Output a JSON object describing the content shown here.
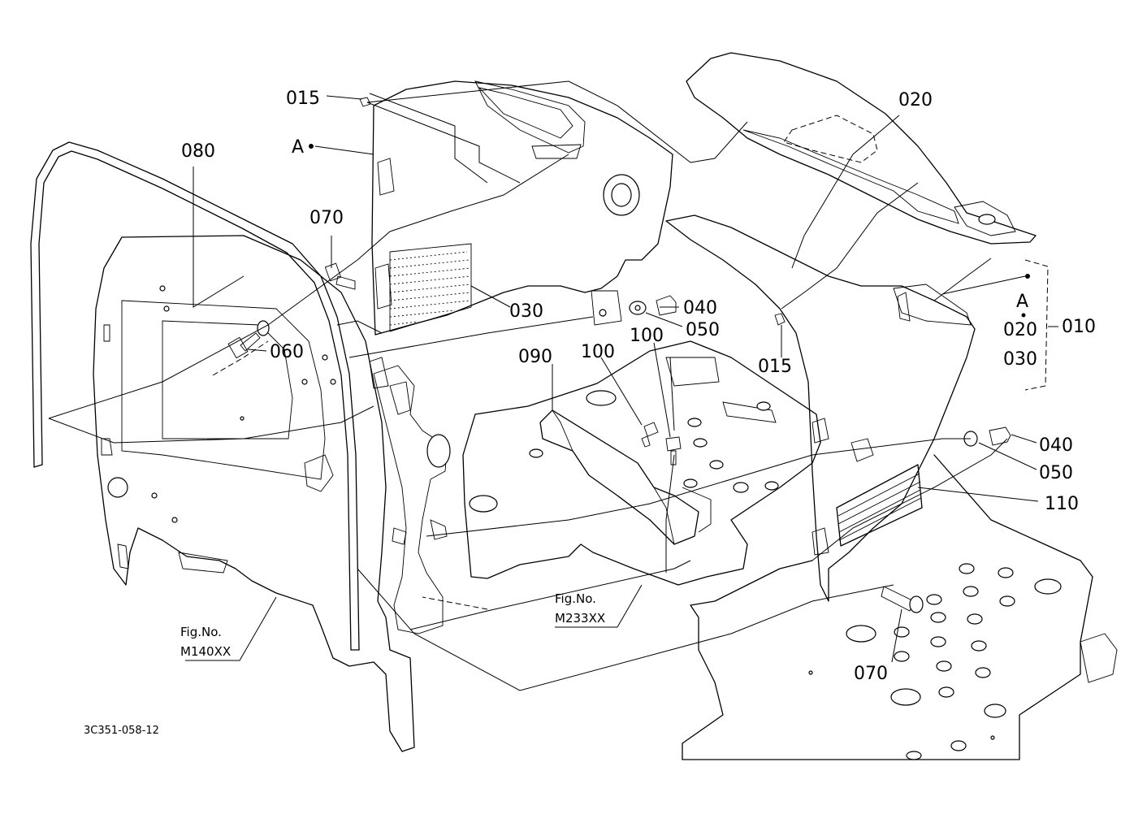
{
  "diagram": {
    "drawing_number": "3C351-058-12",
    "callouts": {
      "c015_top": "015",
      "cA_left": "A",
      "c080": "080",
      "c070_top": "070",
      "c060": "060",
      "c030": "030",
      "c040_mid": "040",
      "c050_mid": "050",
      "c020": "020",
      "c015_right": "015",
      "cA_right": "A",
      "c020_group": "020",
      "c030_group": "030",
      "c010": "010",
      "c090": "090",
      "c100_a": "100",
      "c100_b": "100",
      "c040_right": "040",
      "c050_right": "050",
      "c110": "110",
      "c070_bottom": "070"
    },
    "figure_refs": {
      "m140_label": "Fig.No.",
      "m140_code": "M140XX",
      "m233_label": "Fig.No.",
      "m233_code": "M233XX"
    }
  }
}
